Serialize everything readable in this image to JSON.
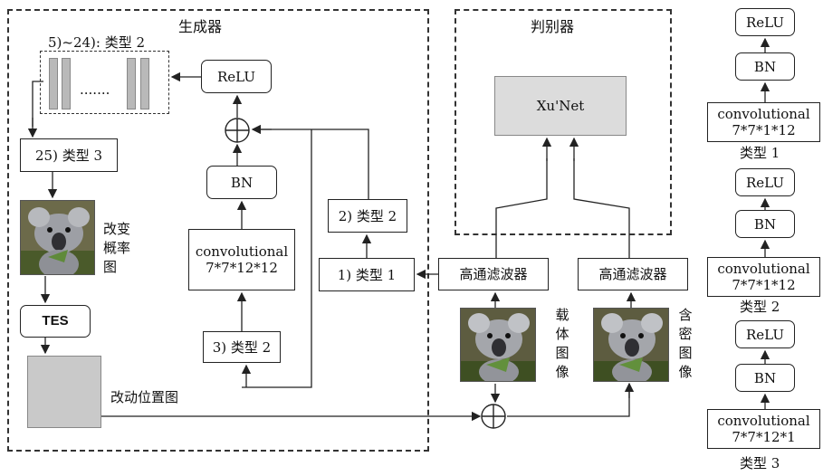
{
  "generator": {
    "title": "生成器",
    "loop_label": "5)~24): 类型 2",
    "dots": ".......",
    "relu": "ReLU",
    "bn": "BN",
    "conv": "convolutional\n7*7*12*12",
    "step3": "3) 类型 2",
    "step25": "25) 类型 3",
    "prob_label": "改变\n概率图",
    "tes": "TES",
    "modpos_label": "改动位置图",
    "step1": "1) 类型 1",
    "step2": "2) 类型 2"
  },
  "discriminator": {
    "title": "判别器",
    "net": "Xu'Net",
    "hpf_left": "高通滤波器",
    "hpf_right": "高通滤波器",
    "cover_label": "载\n体\n图\n像",
    "stego_label": "含\n密\n图\n像"
  },
  "legend": {
    "type1": {
      "relu": "ReLU",
      "bn": "BN",
      "conv": "convolutional\n7*7*1*12",
      "name": "类型 1"
    },
    "type2": {
      "relu": "ReLU",
      "bn": "BN",
      "conv": "convolutional\n7*7*1*12",
      "name": "类型 2"
    },
    "type3": {
      "bn": "BN",
      "conv": "convolutional\n7*7*12*1",
      "name": "类型 3"
    }
  }
}
